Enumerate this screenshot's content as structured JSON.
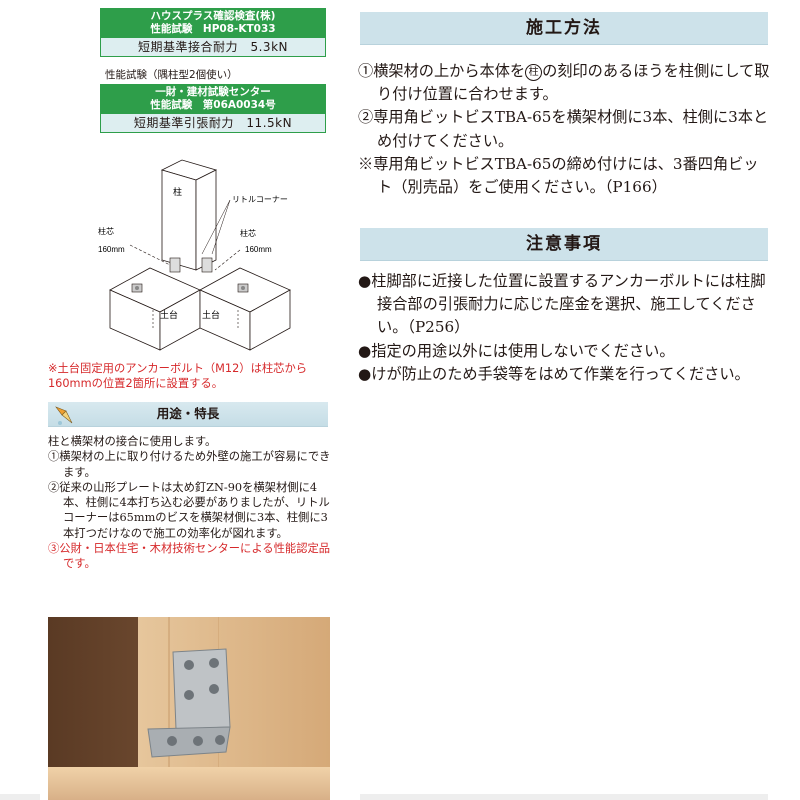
{
  "spec1": {
    "org": "ハウスプラス確認検査(株)",
    "test_id": "性能試験　HP08-KT033",
    "result": "短期基準接合耐力　5.3kN"
  },
  "spec2_caption": "性能試験（隅柱型2個使い）",
  "spec2": {
    "org": "一財・建材試験センター",
    "test_id": "性能試験　第06A0034号",
    "result": "短期基準引張耐力　11.5kN"
  },
  "diagram": {
    "pillar": "柱",
    "corner_label": "リトルコーナー",
    "center_left": "柱芯",
    "dist_left": "160mm",
    "center_right": "柱芯",
    "dist_right": "160mm",
    "sill_left": "土台",
    "sill_right": "土台"
  },
  "anchor_note": "※土台固定用のアンカーボルト（M12）は柱芯から160mmの位置2箇所に設置する。",
  "usage": {
    "title": "用途・特長",
    "intro": "柱と横架材の接合に使用します。",
    "item1": "①横架材の上に取り付けるため外壁の施工が容易にできます。",
    "item2": "②従来の山形プレートは太め釘ZN-90を横架材側に4本、柱側に4本打ち込む必要がありましたが、リトルコーナーは65mmのビスを横架材側に3本、柱側に3本打つだけなので施工の効率化が図れます。",
    "item3": "③公財・日本住宅・木材技術センターによる性能認定品です。"
  },
  "method": {
    "title": "施工方法",
    "item1_pre": "①横架材の上から本体を",
    "item1_mark": "柱",
    "item1_post": "の刻印のあるほうを柱側にして取り付け位置に合わせます。",
    "item2": "②専用角ビットビスTBA-65を横架材側に3本、柱側に3本とめ付けてください。",
    "note": "※専用角ビットビスTBA-65の締め付けには、3番四角ビット（別売品）をご使用ください。（P166）"
  },
  "caution": {
    "title": "注意事項",
    "item1": "●柱脚部に近接した位置に設置するアンカーボルトには柱脚接合部の引張耐力に応じた座金を選択、施工してください。（P256）",
    "item2": "●指定の用途以外には使用しないでください。",
    "item3": "●けが防止のため手袋等をはめて作業を行ってください。"
  },
  "colors": {
    "green": "#2e9e4a",
    "header_blue": "#cde2ea",
    "red": "#d6292b"
  },
  "icons": [
    "pencil-icon"
  ]
}
